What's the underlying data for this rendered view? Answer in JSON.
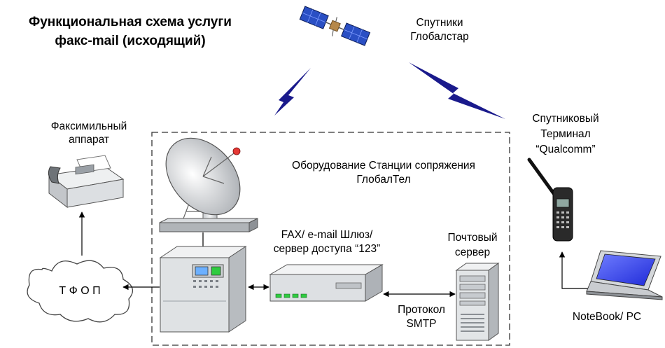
{
  "title": {
    "line1": "Функциональная схема услуги",
    "line2": "факс-mail (исходящий)"
  },
  "labels": {
    "satellites": [
      "Спутники",
      "Глобалстар"
    ],
    "fax_machine": [
      "Факсимильный",
      "аппарат"
    ],
    "sat_terminal": [
      "Спутниковый",
      "Терминал",
      "“Qualcomm”"
    ],
    "station": [
      "Оборудование Станции  сопряжения",
      "ГлобалТел"
    ],
    "gateway": [
      "FAX/ e-mail Шлюз/",
      "сервер доступа “123”"
    ],
    "mail_server": [
      "Почтовый",
      "сервер"
    ],
    "pstn": "Т Ф О П",
    "protocol": [
      "Протокол",
      "SMTP"
    ],
    "notebook": "NoteBook/ PC"
  },
  "colors": {
    "lightning": "#1a1a8c",
    "solar_panel": "#2a4fc4",
    "equipment": "#e4e6e8",
    "screen": "#2a3ef0",
    "led_green": "#2ecc40",
    "dish_red": "#e53935"
  },
  "icons": [
    "satellite-icon",
    "fax-icon",
    "dish-antenna-icon",
    "cabinet-icon",
    "gateway-icon",
    "server-tower-icon",
    "phone-icon",
    "laptop-icon",
    "cloud-icon"
  ]
}
